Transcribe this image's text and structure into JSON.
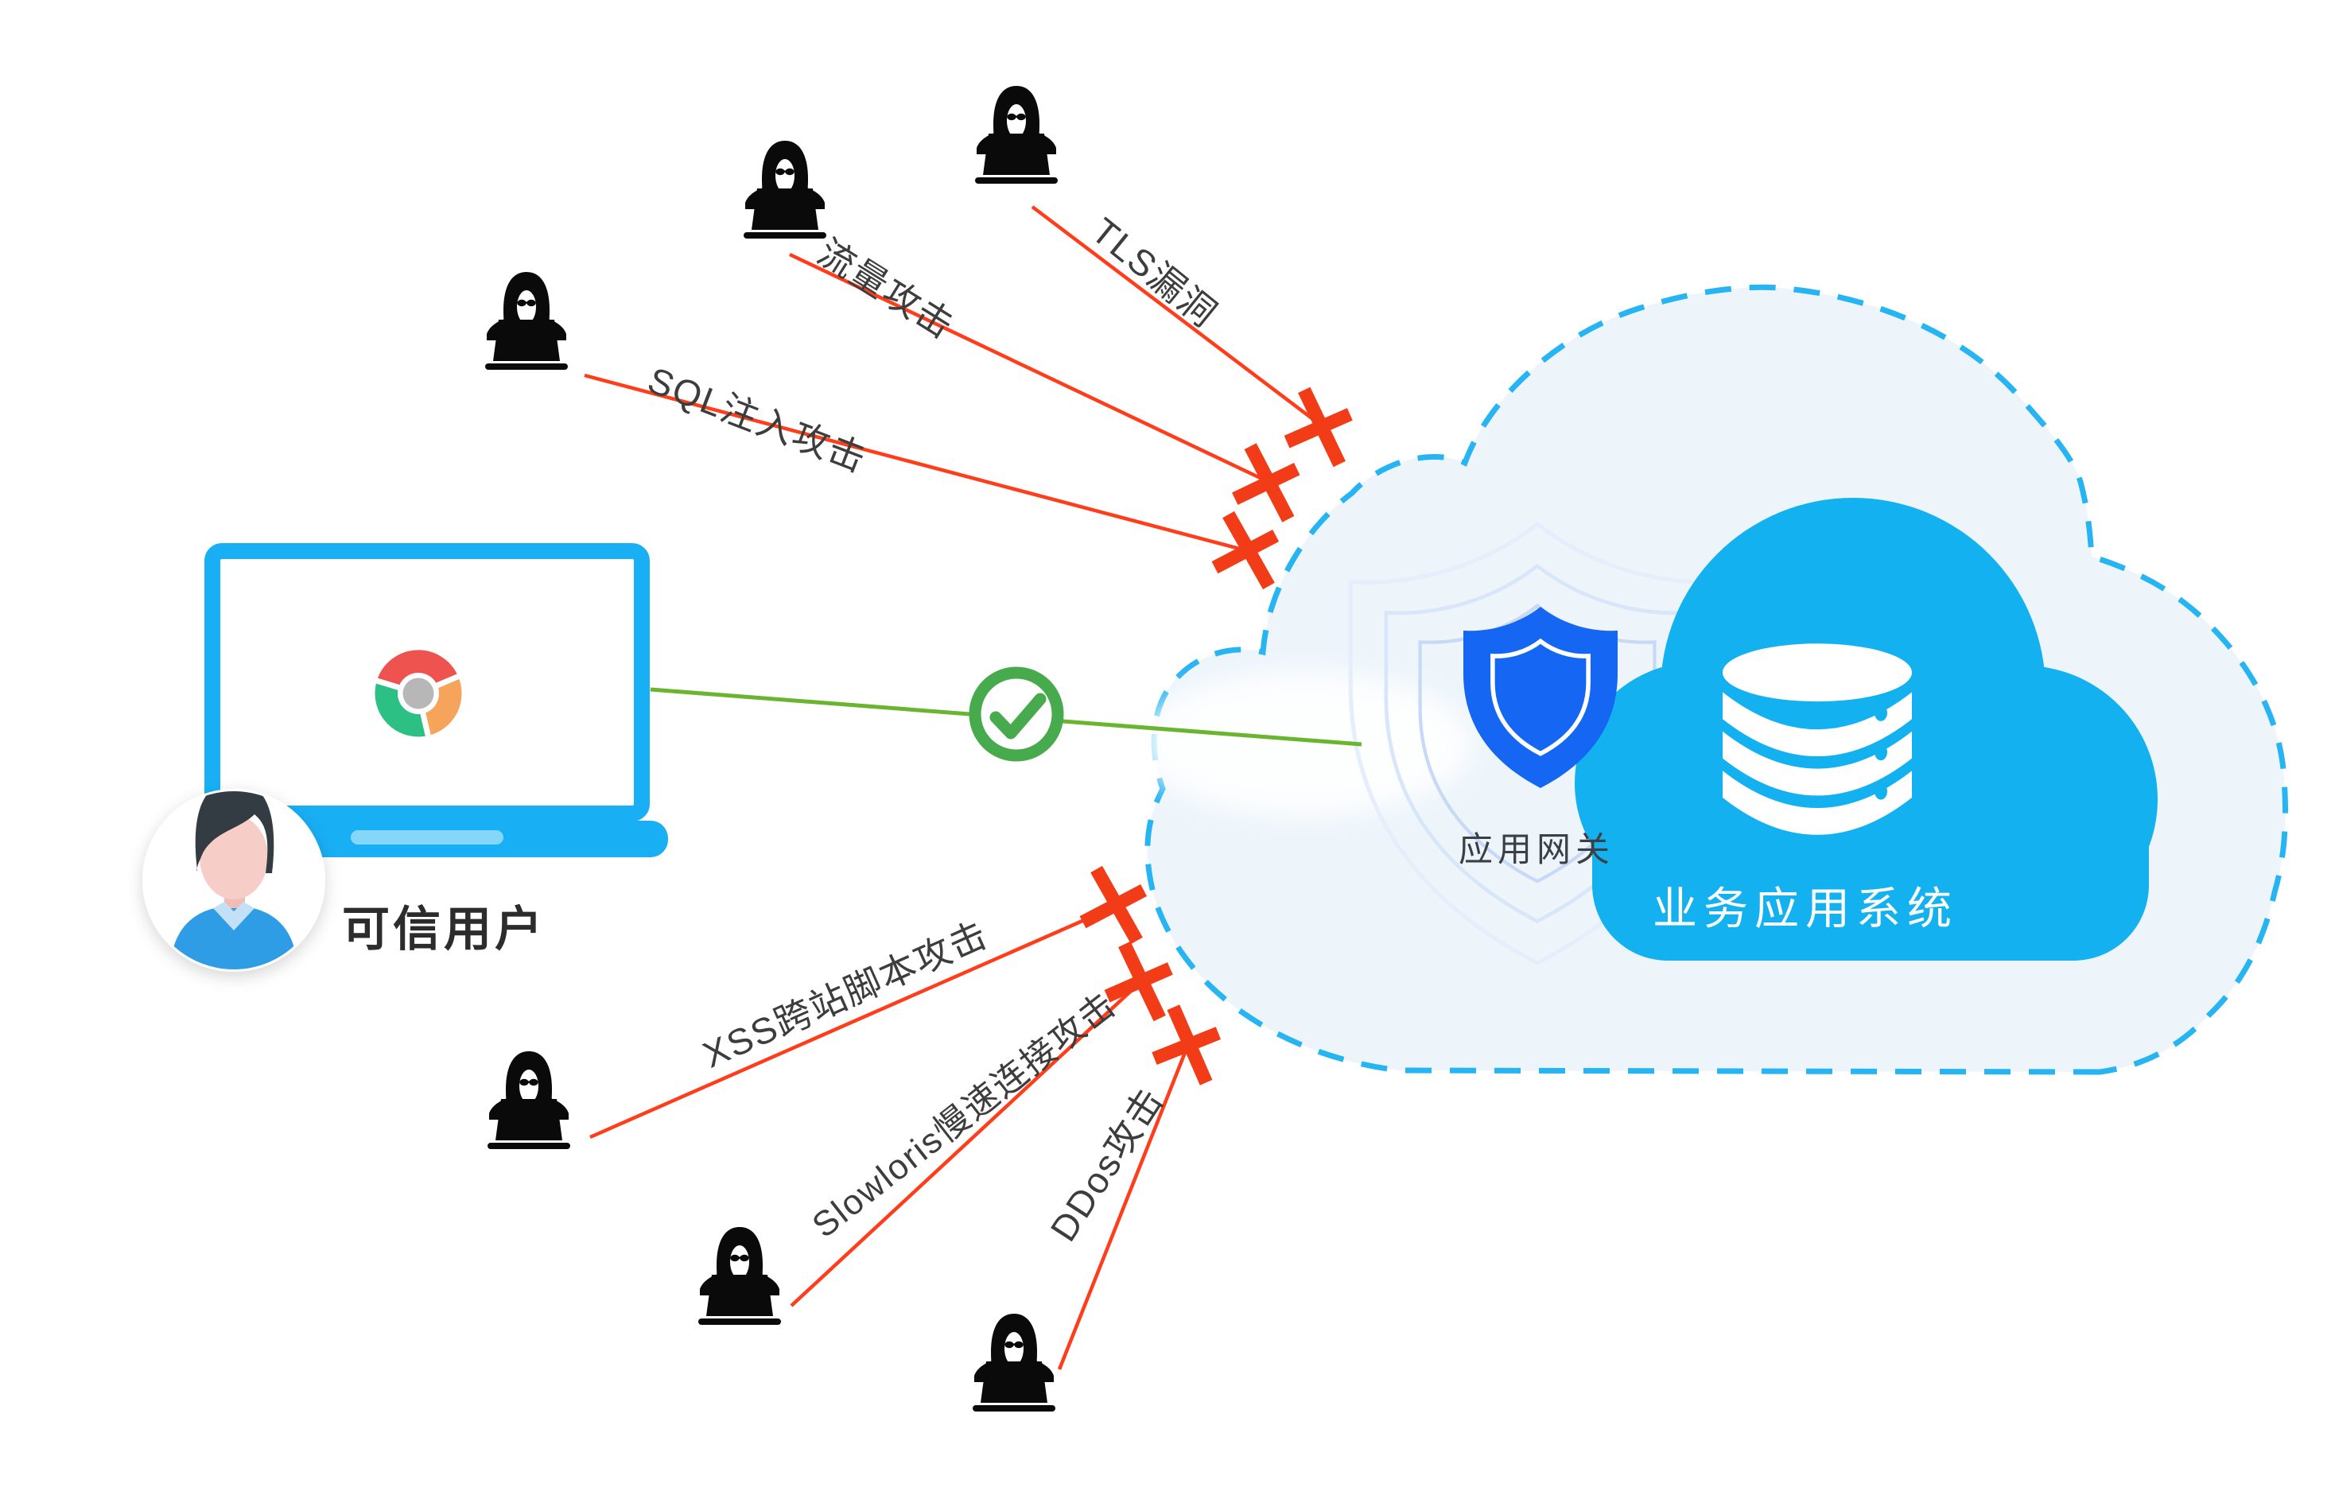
{
  "labels": {
    "trusted_user": "可信用户",
    "gateway": "应用网关",
    "business_system": "业务应用系统"
  },
  "attacks": [
    {
      "label": "流量攻击"
    },
    {
      "label": "TLS漏洞"
    },
    {
      "label": "SQL注入攻击"
    },
    {
      "label": "XSS跨站脚本攻击"
    },
    {
      "label": "Slowloris慢速连接攻击"
    },
    {
      "label": "DDos攻击"
    }
  ],
  "icons": {
    "attacker": "hacker-laptop-icon",
    "trusted_client": "laptop-chrome-icon",
    "browser": "chrome-icon",
    "user": "user-avatar",
    "blocked": "x-icon",
    "allowed": "check-icon",
    "gateway": "shield-icon",
    "system": "database-icon",
    "boundary": "cloud-outline",
    "core": "cloud-solid"
  },
  "colors": {
    "cloud_border": "#27b4f2",
    "cloud_fill": "#edf5fb",
    "inner_cloud": "#14b1f0",
    "shield": "#1566f2",
    "laptop": "#18aff5",
    "laptop_stripe": "#85d7fa",
    "attack_line": "#ff3d1a",
    "attack_x": "#f23b17",
    "allow_line": "#6ab52f",
    "allow_check": "#47ab4d",
    "hacker": "#0a0a0a",
    "chrome_red": "#ef5350",
    "chrome_green": "#2dc084",
    "chrome_orange": "#f6a45b",
    "chrome_gray": "#b7b7b7",
    "label_dark": "#3d3d3d"
  }
}
